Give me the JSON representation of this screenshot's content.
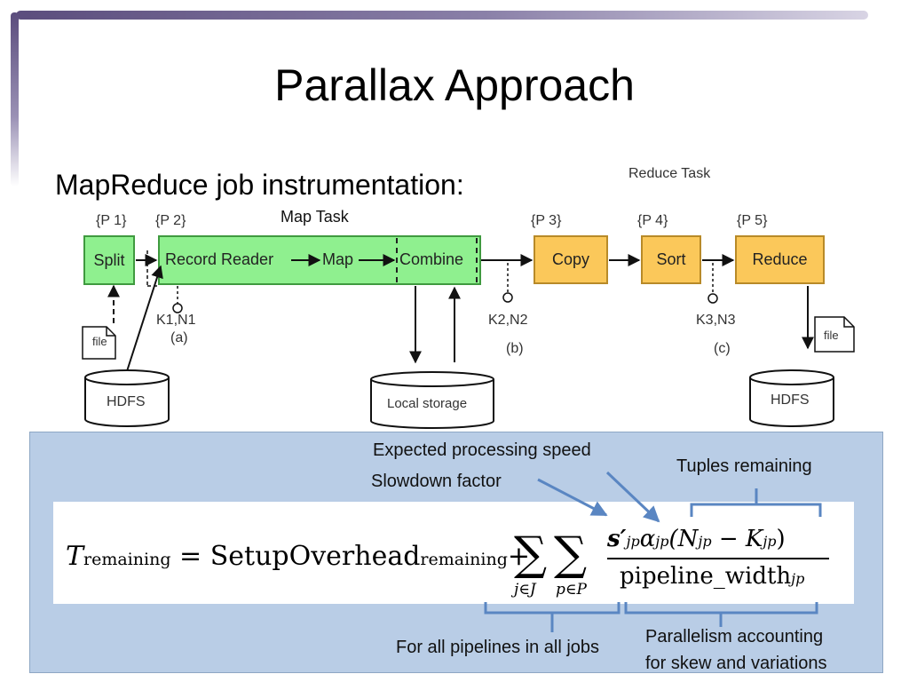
{
  "slide": {
    "title": "Parallax Approach",
    "subtitle": "MapReduce job instrumentation:"
  },
  "diagram": {
    "reduce_task_label": "Reduce Task",
    "map_task_label": "Map Task",
    "pipeline_labels": [
      "{P 1}",
      "{P 2}",
      "{P 3}",
      "{P 4}",
      "{P 5}"
    ],
    "boxes": {
      "split": "Split",
      "record_reader": "Record Reader",
      "map": "Map",
      "combine": "Combine",
      "copy": "Copy",
      "sort": "Sort",
      "reduce": "Reduce"
    },
    "probes": {
      "k1": "K1,N1",
      "a": "(a)",
      "k2": "K2,N2",
      "b": "(b)",
      "k3": "K3,N3",
      "c": "(c)"
    },
    "storage": {
      "hdfs_left": "HDFS",
      "local": "Local storage",
      "hdfs_right": "HDFS",
      "file_left": "file",
      "file_right": "file"
    }
  },
  "formula": {
    "lhs_symbol": "T",
    "lhs_subscript": "remaining",
    "equals": "=",
    "setup_term": "SetupOverhead",
    "setup_subscript": "remaining",
    "plus": "+",
    "sum_j_index": "j∈J",
    "sum_p_index": "p∈P",
    "sum_symbol": "∑",
    "numerator_s": "s′",
    "numerator_s_sub": "jp",
    "numerator_alpha": "α",
    "numerator_alpha_sub": "jp",
    "numerator_paren": "(N",
    "numerator_n_sub": "jp",
    "numerator_minus": " − K",
    "numerator_k_sub": "jp",
    "numerator_close": ")",
    "denominator": "pipeline_width",
    "denominator_sub": "jp"
  },
  "annotations": {
    "expected_speed": "Expected processing speed",
    "slowdown": "Slowdown factor",
    "tuples": "Tuples remaining",
    "all_pipelines": "For all pipelines in all jobs",
    "parallelism_line1": "Parallelism accounting",
    "parallelism_line2": "for skew and variations"
  },
  "colors": {
    "map_box": "#8ff08f",
    "reduce_box": "#fbc85a",
    "panel": "#b9cde6",
    "callout": "#5a86c2"
  }
}
